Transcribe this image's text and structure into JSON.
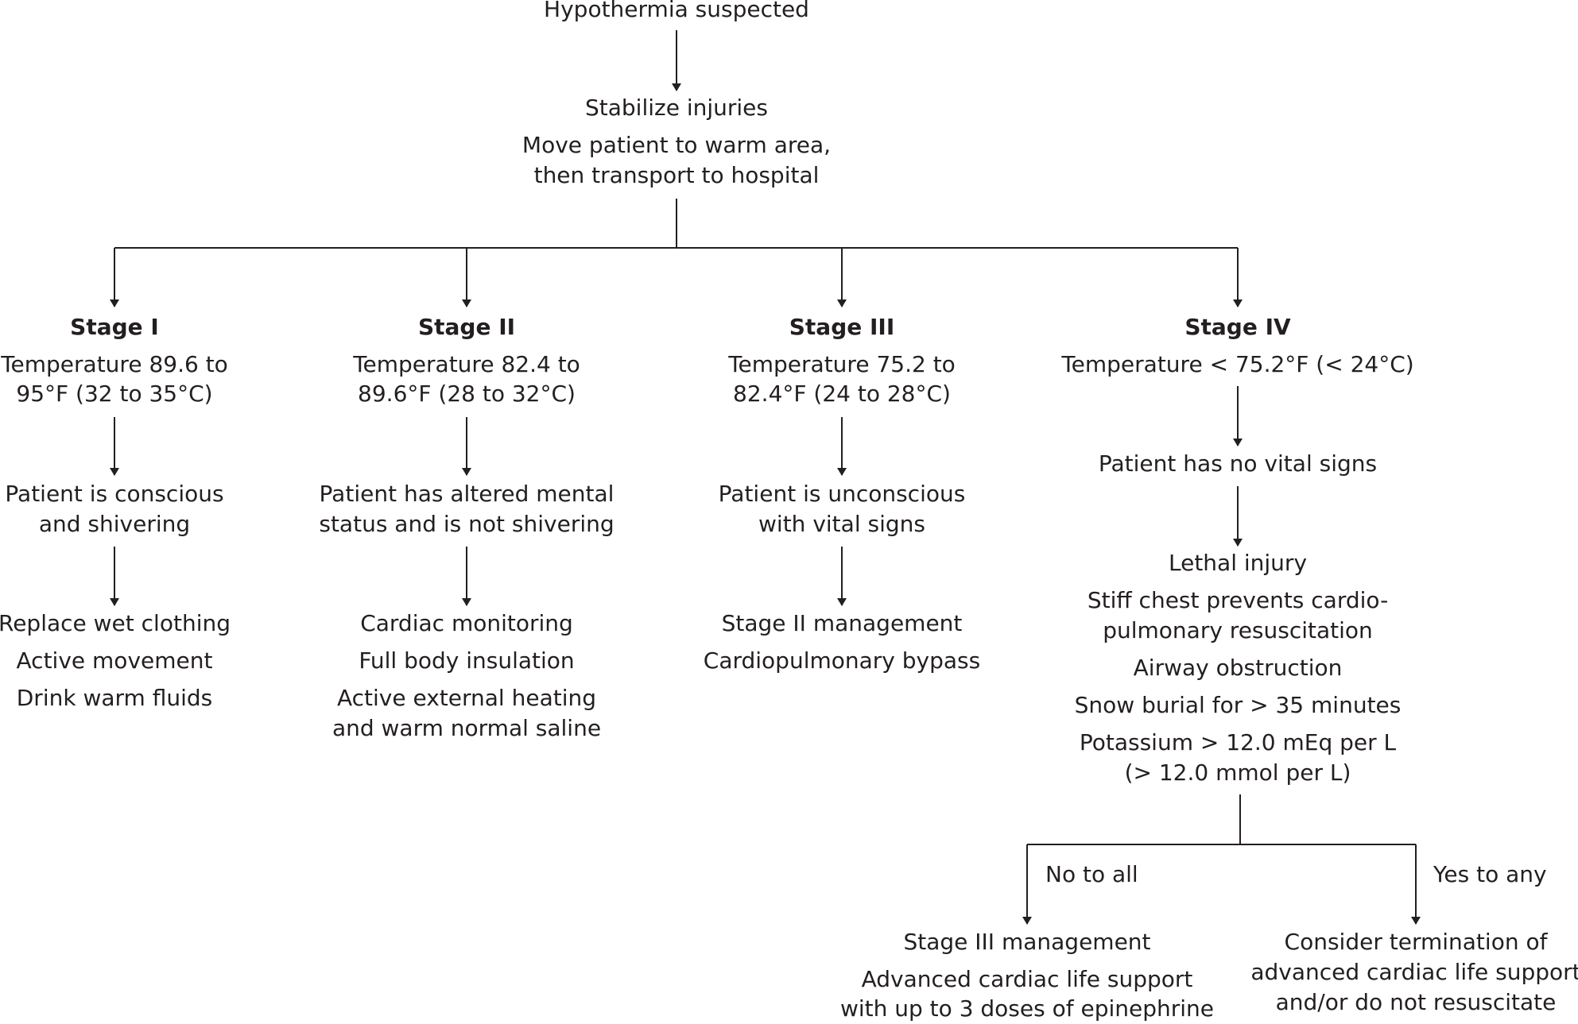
{
  "diagram": {
    "start": "Hypothermia suspected",
    "prehospital": {
      "line1": "Stabilize injuries",
      "line2a": "Move patient to warm area,",
      "line2b": "then transport to hospital"
    },
    "stages": [
      {
        "title": "Stage I",
        "temp_a": "Temperature 89.6 to",
        "temp_b": "95°F (32 to 35°C)",
        "status_a": "Patient is conscious",
        "status_b": "and shivering",
        "mgmt": [
          "Replace wet clothing",
          "Active movement",
          "Drink warm fluids"
        ]
      },
      {
        "title": "Stage II",
        "temp_a": "Temperature 82.4 to",
        "temp_b": "89.6°F (28 to 32°C)",
        "status_a": "Patient has altered mental",
        "status_b": "status and is not shivering",
        "mgmt": [
          "Cardiac monitoring",
          "Full body insulation",
          "Active external heating",
          "and warm normal saline"
        ]
      },
      {
        "title": "Stage III",
        "temp_a": "Temperature 75.2 to",
        "temp_b": "82.4°F (24 to 28°C)",
        "status_a": "Patient is unconscious",
        "status_b": "with vital signs",
        "mgmt": [
          "Stage II management",
          "Cardiopulmonary bypass"
        ]
      },
      {
        "title": "Stage IV",
        "temp_a": "Temperature < 75.2°F (< 24°C)",
        "status_a": "Patient has no vital signs",
        "criteria": [
          "Lethal injury",
          "Stiff chest prevents cardio-",
          "pulmonary resuscitation",
          "Airway obstruction",
          "Snow burial for > 35 minutes",
          "Potassium > 12.0 mEq per L",
          "(> 12.0 mmol per L)"
        ]
      }
    ],
    "branch_no": "No to all",
    "branch_yes": "Yes to any",
    "outcome_no": [
      "Stage III management",
      "Advanced cardiac life support",
      "with up to 3 doses of epinephrine"
    ],
    "outcome_yes": [
      "Consider termination of",
      "advanced cardiac life support",
      "and/or do not resuscitate"
    ]
  }
}
